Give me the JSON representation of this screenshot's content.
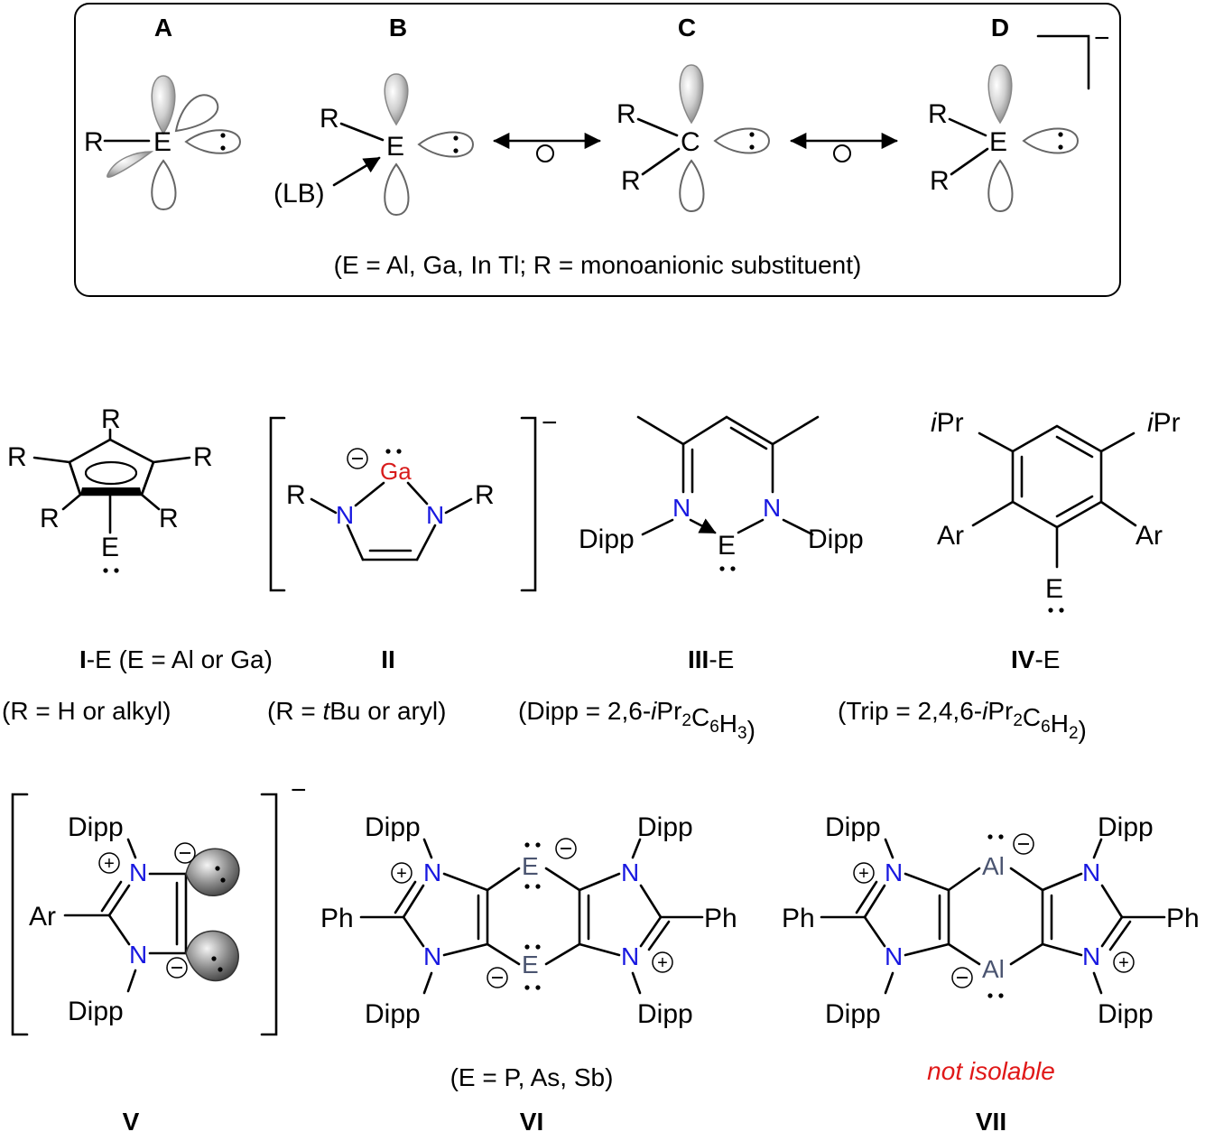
{
  "panel_top": {
    "labels": [
      "A",
      "B",
      "C",
      "D"
    ],
    "atom_E": "E",
    "atom_C": "C",
    "sub_R": "R",
    "lewis_base": "(LB)",
    "charge_minus": "−",
    "caption": "(E = Al, Ga, In Tl; R = monoanionic substituent)"
  },
  "row2": {
    "I": {
      "label_bold": "I",
      "label_rest": "-E (E = Al or Ga)",
      "note": "(R = H or alkyl)"
    },
    "II": {
      "label_bold": "II",
      "note_pre": "(R = ",
      "note_it": "t",
      "note_post": "Bu or aryl)",
      "metal": "Ga"
    },
    "III": {
      "label_bold": "III",
      "label_rest": "-E",
      "note": "(Dipp = 2,6-iPr2C6H3)"
    },
    "IV": {
      "label_bold": "IV",
      "label_rest": "-E",
      "note": "(Trip = 2,4,6-iPr2C6H2)"
    }
  },
  "row3": {
    "V": {
      "label_bold": "V"
    },
    "VI": {
      "label_bold": "VI",
      "note": "(E = P, As, Sb)"
    },
    "VII": {
      "label_bold": "VII",
      "note": "not isolable",
      "metal": "Al"
    }
  },
  "atoms": {
    "N": "N",
    "Dipp": "Dipp",
    "Ph": "Ph",
    "Ar": "Ar",
    "iPr_i": "i",
    "iPr_rest": "Pr"
  },
  "colors": {
    "nitrogen": "#1818e0",
    "gallium": "#d81c1c",
    "pnictogen": "#4a5470",
    "note_red": "#e01818"
  }
}
